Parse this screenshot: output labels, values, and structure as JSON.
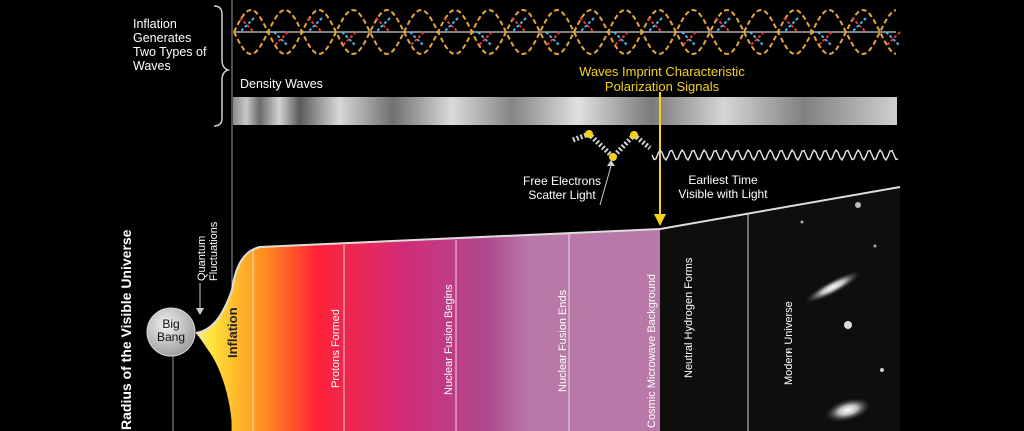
{
  "labels": {
    "inflation_waves": [
      "Inflation",
      "Generates",
      "Two Types of",
      "Waves"
    ],
    "density_waves": "Density Waves",
    "imprint": [
      "Waves Imprint Characteristic",
      "Polarization Signals"
    ],
    "free_electrons": [
      "Free Electrons",
      "Scatter Light"
    ],
    "earliest_time": [
      "Earliest Time",
      "Visible with Light"
    ],
    "quantum_fluctuations": [
      "Quantum",
      "Fluctuations"
    ],
    "big_bang": [
      "Big",
      "Bang"
    ],
    "inflation": "Inflation",
    "radius_axis": "Radius of the Visible Universe"
  },
  "eras": [
    "Protons Formed",
    "Nuclear Fusion Begins",
    "Nuclear Fusion Ends",
    "Cosmic Microwave Background",
    "Neutral Hydrogen Forms",
    "Modern Universe"
  ],
  "colors": {
    "accent_yellow": "#f5d21a",
    "wave_orange": "#e8a53a",
    "wave_blue": "#4ab3e8",
    "wave_red": "#e03c3c",
    "era_gradient": [
      "#ffef3a",
      "#ff9a1e",
      "#ff2a3a",
      "#d92a6a",
      "#a63a8a",
      "#b06aa2"
    ]
  }
}
